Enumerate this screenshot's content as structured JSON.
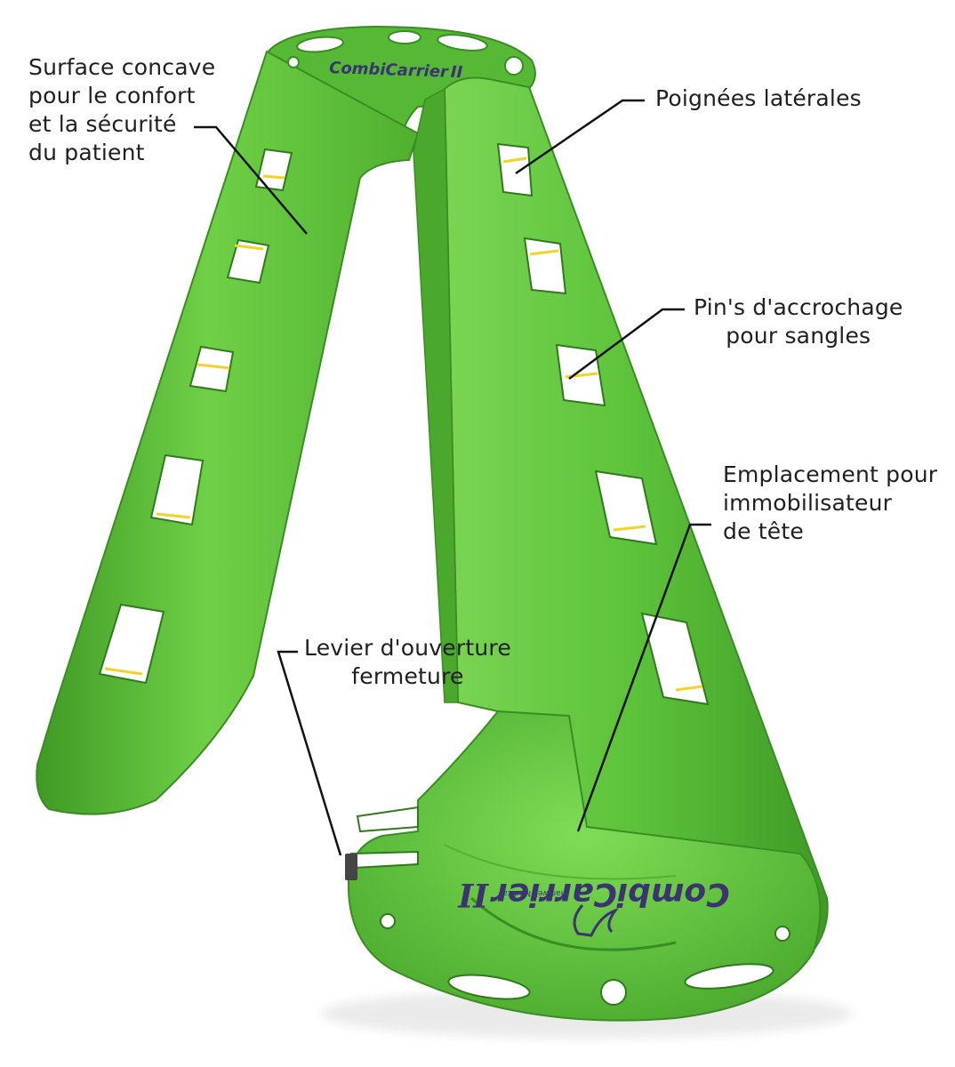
{
  "labels": {
    "surface": [
      "Surface concave",
      "pour le confort",
      "et la sécurité",
      "du patient"
    ],
    "handles": [
      "Poignées latérales"
    ],
    "pins": [
      "Pin's d'accrochage",
      "pour sangles"
    ],
    "head": [
      "Emplacement pour",
      "immobilisateur",
      "de tête"
    ],
    "lever": [
      "Levier d'ouverture",
      "fermeture"
    ]
  },
  "brand": {
    "name_part1": "Combi",
    "name_part2": "Carrier",
    "numeral": "II",
    "maker": "Hartwell Medical"
  },
  "colors": {
    "board": "#5cc23a",
    "board_dark": "#3f9a25",
    "board_light": "#8ee06a",
    "pin": "#f2d327",
    "brand_text": "#3b3470",
    "leader": "#111111"
  }
}
